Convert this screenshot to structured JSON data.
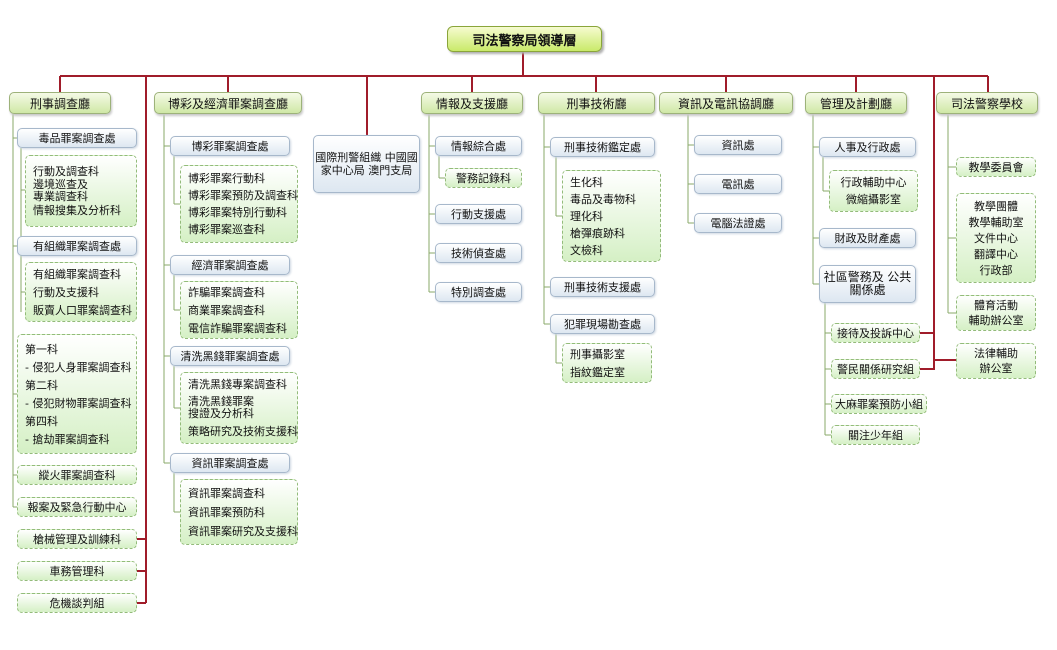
{
  "root": {
    "label": "司法警察局領導層"
  },
  "departments": {
    "criminal": {
      "label": "刑事調查廳",
      "units": {
        "drugs": "毒品罪案調查處",
        "drugs_group": [
          "行動及調查科",
          "邊境巡查及",
          "專業調查科",
          "情報搜集及分析科"
        ],
        "organized": "有組織罪案調查處",
        "organized_group": [
          "有組織罪案調查科",
          "行動及支援科",
          "販賣人口罪案調查科"
        ],
        "sections_group": [
          "第一科",
          "- 侵犯人身罪案調查科",
          "第二科",
          "- 侵犯財物罪案調查科",
          "第四科",
          "- 搶劫罪案調查科"
        ],
        "arson": "縱火罪案調查科",
        "report_center": "報案及緊急行動中心",
        "firearms": "槍械管理及訓練科",
        "vehicle": "車務管理科",
        "crisis": "危機談判組"
      }
    },
    "gaming": {
      "label": "博彩及經濟罪案調查廳",
      "units": {
        "gaming_div": "博彩罪案調查處",
        "gaming_group": [
          "博彩罪案行動科",
          "博彩罪案預防及調查科",
          "博彩罪案特別行動科",
          "博彩罪案巡查科"
        ],
        "economic_div": "經濟罪案調查處",
        "economic_group": [
          "詐騙罪案調查科",
          "商業罪案調查科",
          "電信詐騙罪案調查科"
        ],
        "laundering_div": "清洗黑錢罪案調查處",
        "laundering_group": [
          "清洗黑錢專案調查科",
          "清洗黑錢罪案",
          "搜證及分析科",
          "策略研究及技術支援科"
        ],
        "cyber_div": "資訊罪案調查處",
        "cyber_group": [
          "資訊罪案調查科",
          "資訊罪案預防科",
          "資訊罪案研究及支援科"
        ]
      }
    },
    "interpol": {
      "label_lines": [
        "國際刑警組織",
        "中國國家中心局",
        "澳門支局"
      ]
    },
    "intel": {
      "label": "情報及支援廳",
      "units": {
        "intel_div": "情報綜合處",
        "records": "警務記錄科",
        "ops_support": "行動支援處",
        "tech_investigation": "技術偵查處",
        "special": "特別調查處"
      }
    },
    "forensic": {
      "label": "刑事技術廳",
      "units": {
        "identification": "刑事技術鑑定處",
        "identification_group": [
          "生化科",
          "毒品及毒物科",
          "理化科",
          "槍彈痕跡科",
          "文檢科"
        ],
        "tech_support": "刑事技術支援處",
        "scene": "犯罪現場勘查處",
        "scene_group": [
          "刑事攝影室",
          "指紋鑑定室"
        ]
      }
    },
    "it": {
      "label": "資訊及電訊協調廳",
      "units": {
        "info": "資訊處",
        "telecom": "電訊處",
        "digital_forensic": "電腦法證處"
      }
    },
    "admin": {
      "label": "管理及計劃廳",
      "units": {
        "hr": "人事及行政處",
        "hr_group": [
          "行政輔助中心",
          "微縮攝影室"
        ],
        "finance": "財政及財產處",
        "community_lines": [
          "社區警務及",
          "公共關係處"
        ],
        "reception": "接待及投訴中心",
        "polls": "警民關係研究組",
        "drug_prevention": "大麻罪案預防小組",
        "youth": "關注少年組"
      }
    },
    "academy": {
      "label": "司法警察學校",
      "units": {
        "committee": "教學委員會",
        "academy_group": [
          "教學團體",
          "教學輔助室",
          "文件中心",
          "翻譯中心",
          "行政部"
        ],
        "sports": [
          "體育活動",
          "輔助辦公室"
        ],
        "legal": [
          "法律輔助",
          "辦公室"
        ]
      }
    }
  },
  "colors": {
    "connector": "#a01c2a",
    "link": "#8aa96a"
  }
}
